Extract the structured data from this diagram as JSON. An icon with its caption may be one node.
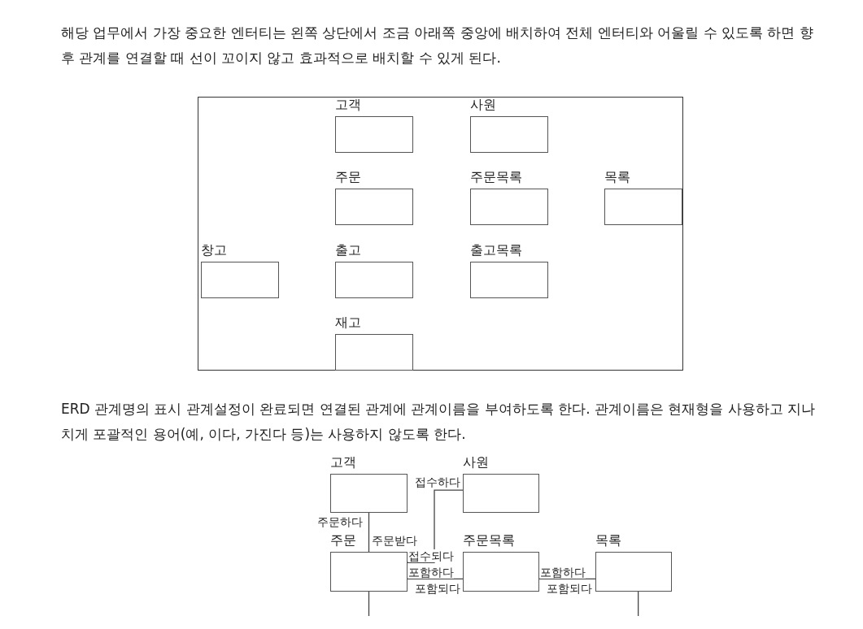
{
  "diagram": {
    "nodes": [
      {
        "text": [],
        "shape": "box"
      },
      {
        "text": [
          "고객"
        ],
        "in": 0
      },
      {
        "text": [
          "사원"
        ],
        "in": 0
      },
      {
        "text": [
          "주문"
        ],
        "in": 0
      },
      {
        "text": [
          "주문목록"
        ],
        "in": 0
      },
      {
        "text": [
          "목록"
        ],
        "in": 0
      },
      {
        "text": [
          "창고"
        ],
        "in": 0
      },
      {
        "text": [
          "출고"
        ],
        "in": 0
      },
      {
        "text": [
          "출고목록"
        ],
        "in": 0
      },
      {
        "text": [
          "재고"
        ],
        "in": 0
      },
      {
        "text": [
          "고객"
        ]
      },
      {
        "text": [
          "사원"
        ]
      },
      {
        "text": [
          "주문"
        ]
      },
      {
        "text": [
          "주문목록"
        ]
      },
      {
        "text": [
          "목록"
        ]
      }
    ],
    "edges": [
      {
        "from": 10,
        "to": 12,
        "arrow": "none"
      },
      {
        "from": 11,
        "to": 12,
        "arrow": "none"
      },
      {
        "from": 12,
        "to": 13,
        "arrow": "none"
      },
      {
        "from": 13,
        "to": 14,
        "arrow": "none"
      },
      {
        "from": 12,
        "to": null,
        "arrow": "none"
      },
      {
        "from": 14,
        "to": null,
        "arrow": "none"
      }
    ],
    "labels": [
      "해당 업무에서 가장 중요한 엔터티는 왼쪽 상단에서 조금 아래쪽 중앙에 배치하여 전체 엔터티와 어울릴 수 있도록 하면 향후 관계를 연결할 때 선이 꼬이지 않고 효과적으로 배치할 수 있게 된다.",
      "ERD 관계명의 표시 관계설정이 완료되면 연결된 관계에 관계이름을 부여하도록 한다. 관계이름은 현재형을 사용하고 지나치게 포괄적인 용어(예, 이다, 가진다 등)는 사용하지 않도록 한다.",
      "접수하다",
      "주문하다",
      "주문받다",
      "접수되다",
      "포함하다",
      "포함하다",
      "포함되다",
      "포함되다"
    ]
  }
}
